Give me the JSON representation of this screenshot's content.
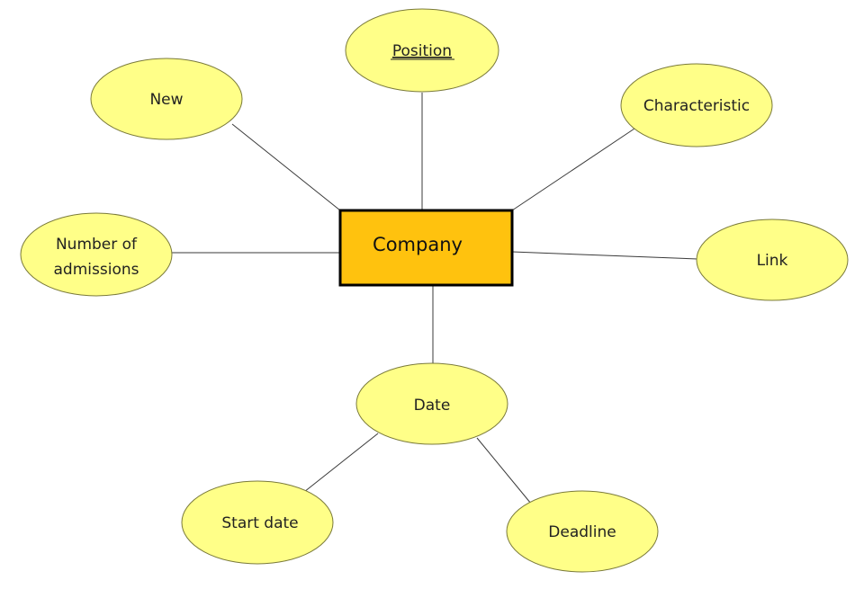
{
  "entity": {
    "label": "Company",
    "fill_color": "#ffc20e"
  },
  "attributes": {
    "position": {
      "label": "Position",
      "key_attribute": true
    },
    "new": {
      "label": "New"
    },
    "characteristic": {
      "label": "Characteristic"
    },
    "admissions": {
      "line1": "Number of",
      "line2": "admissions"
    },
    "link": {
      "label": "Link"
    },
    "date": {
      "label": "Date"
    },
    "start_date": {
      "label": "Start date"
    },
    "deadline": {
      "label": "Deadline"
    }
  },
  "colors": {
    "attribute_fill": "#ffff88",
    "line": "#3a3a3a"
  }
}
